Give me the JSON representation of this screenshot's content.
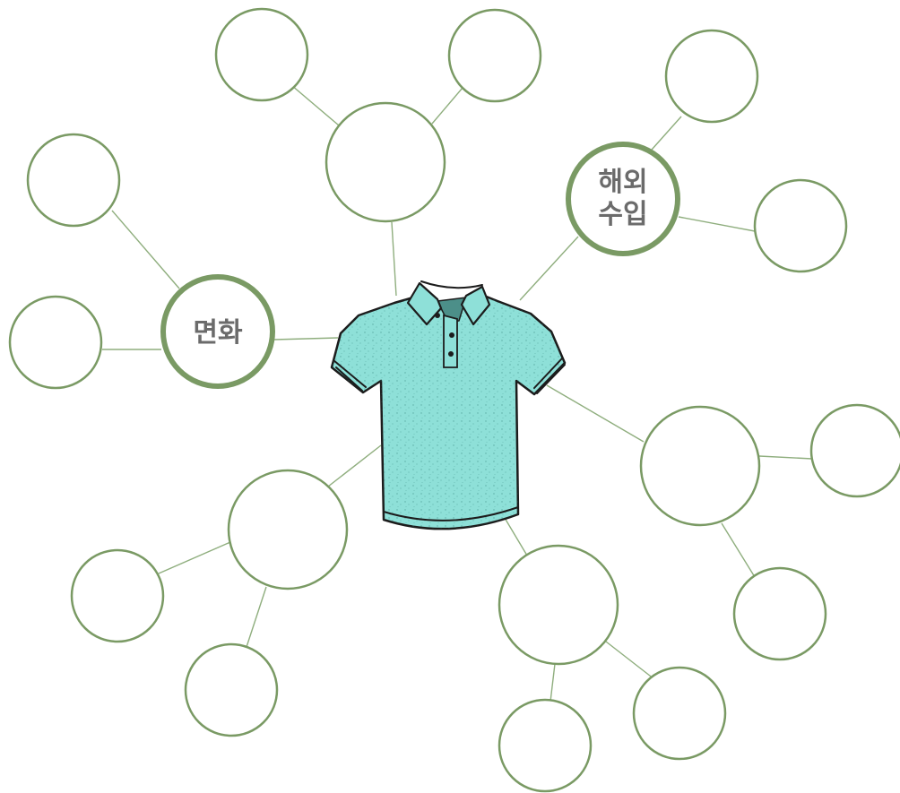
{
  "diagram": {
    "center_icon": "polo-shirt-icon",
    "colors": {
      "node_stroke": "#7a9a64",
      "edge": "#8fae7e",
      "shirt_fill": "#8ee0d8",
      "shirt_outline": "#1c1c1c",
      "shirt_placket": "#ffffff",
      "label_text": "#6b6b6b"
    },
    "labels": {
      "cotton": "면화",
      "import_line1": "해외",
      "import_line2": "수입"
    }
  }
}
